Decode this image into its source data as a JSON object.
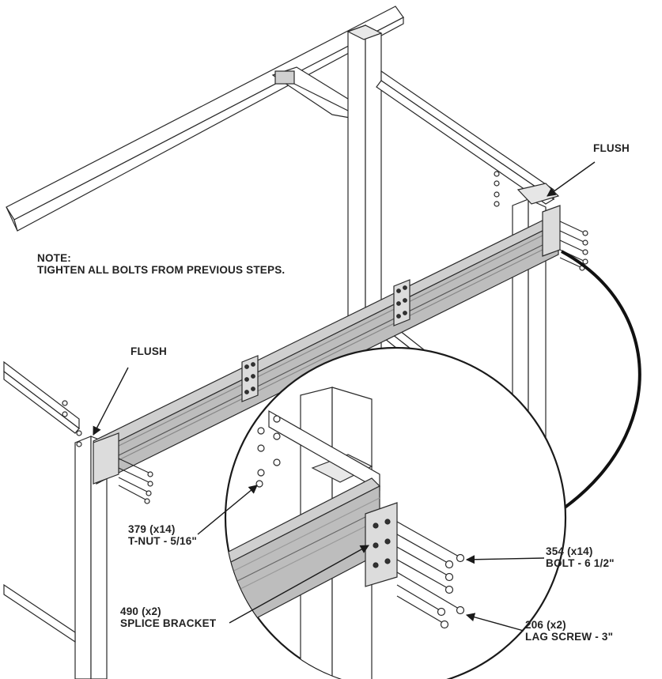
{
  "note": {
    "heading": "NOTE:",
    "text": "TIGHTEN ALL BOLTS FROM PREVIOUS STEPS."
  },
  "callouts": {
    "flush_right": "FLUSH",
    "flush_left": "FLUSH",
    "tnut": {
      "part": "379 (x14)",
      "desc": "T-NUT - 5/16\""
    },
    "bolt": {
      "part": "354 (x14)",
      "desc": "BOLT - 6 1/2\""
    },
    "splice": {
      "part": "490 (x2)",
      "desc": "SPLICE BRACKET"
    },
    "lag": {
      "part": "206 (x2)",
      "desc": "LAG SCREW - 3\""
    }
  },
  "colors": {
    "line": "#2a2a2a",
    "beam_fill": "#c4c4c4",
    "beam_dark": "#a6a6a6",
    "bracket_fill": "#dadada",
    "wood_fill": "#ffffff"
  }
}
